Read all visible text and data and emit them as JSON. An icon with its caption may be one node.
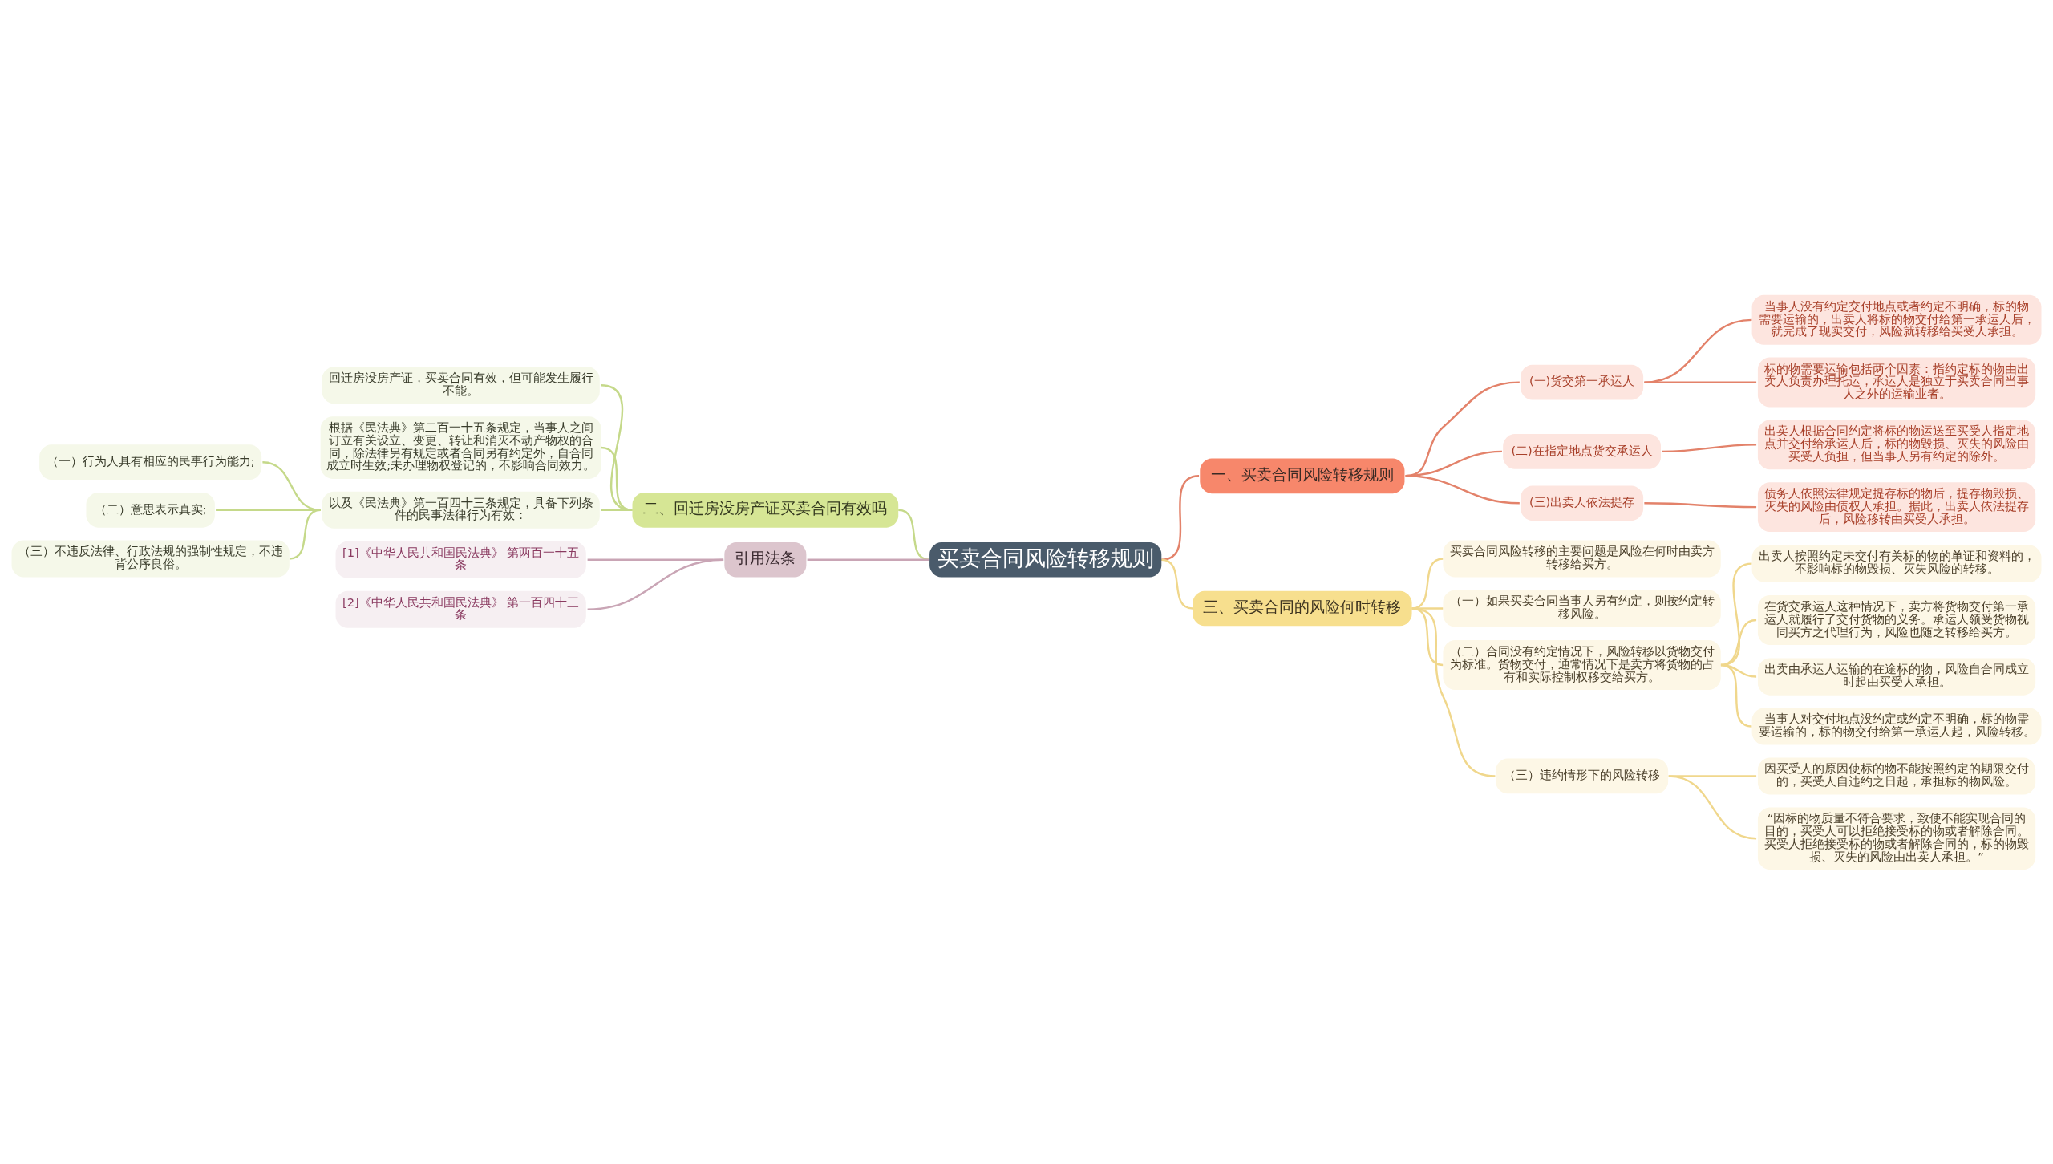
{
  "diagram": {
    "nodes": [
      {
        "text": [
          "买卖合同风险转移规则"
        ]
      },
      {
        "text": [
          "一、买卖合同风险转移规则"
        ]
      },
      {
        "text": [
          "(一)货交第一承运人"
        ]
      },
      {
        "text": [
          "当事人没有约定交付地点或者约定不明确，标的物需要运输的，出卖人将标的物交付给第一承运人后，就完成了现实交付，风险就转移给买受人承担。"
        ]
      },
      {
        "text": [
          "标的物需要运输包括两个因素：指约定标的物由出卖人负责办理托运，承运人是独立于买卖合同当事人之外的运输业者。"
        ]
      },
      {
        "text": [
          "(二)在指定地点货交承运人"
        ]
      },
      {
        "text": [
          "出卖人根据合同约定将标的物运送至买受人指定地点并交付给承运人后，标的物毁损、灭失的风险由买受人负担，但当事人另有约定的除外。"
        ]
      },
      {
        "text": [
          "(三)出卖人依法提存"
        ]
      },
      {
        "text": [
          "债务人依照法律规定提存标的物后，提存物毁损、灭失的风险由债权人承担。据此，出卖人依法提存后，风险移转由买受人承担。"
        ]
      },
      {
        "text": [
          "三、买卖合同的风险何时转移"
        ]
      },
      {
        "text": [
          "买卖合同风险转移的主要问题是风险在何时由卖方转移给买方。"
        ]
      },
      {
        "text": [
          "（一）如果买卖合同当事人另有约定，则按约定转移风险。"
        ]
      },
      {
        "text": [
          "（二）合同没有约定情况下，风险转移以货物交付为标准。货物交付，通常情况下是卖方将货物的占有和实际控制权移交给买方。"
        ]
      },
      {
        "text": [
          "出卖人按照约定未交付有关标的物的单证和资料的，不影响标的物毁损、灭失风险的转移。"
        ]
      },
      {
        "text": [
          "在货交承运人这种情况下，卖方将货物交付第一承运人就履行了交付货物的义务。承运人领受货物视同买方之代理行为，风险也随之转移给买方。"
        ]
      },
      {
        "text": [
          "出卖由承运人运输的在途标的物，风险自合同成立时起由买受人承担。"
        ]
      },
      {
        "text": [
          "当事人对交付地点没约定或约定不明确，标的物需要运输的，标的物交付给第一承运人起，风险转移。"
        ]
      },
      {
        "text": [
          "（三）违约情形下的风险转移"
        ]
      },
      {
        "text": [
          "因买受人的原因使标的物不能按照约定的期限交付的，买受人自违约之日起，承担标的物风险。"
        ]
      },
      {
        "text": [
          "“因标的物质量不符合要求，致使不能实现合同的目的，买受人可以拒绝接受标的物或者解除合同。买受人拒绝接受标的物或者解除合同的，标的物毁损、灭失的风险由出卖人承担。”"
        ]
      },
      {
        "text": [
          "二、回迁房没房产证买卖合同有效吗"
        ]
      },
      {
        "text": [
          "回迁房没房产证，买卖合同有效，但可能发生履行不能。"
        ]
      },
      {
        "text": [
          "根据《民法典》第二百一十五条规定，当事人之间订立有关设立、变更、转让和消灭不动产物权的合同，除法律另有规定或者合同另有约定外，自合同成立时生效;未办理物权登记的，不影响合同效力。"
        ]
      },
      {
        "text": [
          "以及《民法典》第一百四十三条规定，具备下列条件的民事法律行为有效："
        ]
      },
      {
        "text": [
          "（一）行为人具有相应的民事行为能力;"
        ]
      },
      {
        "text": [
          "（二）意思表示真实;"
        ]
      },
      {
        "text": [
          "（三）不违反法律、行政法规的强制性规定，不违背公序良俗。"
        ]
      },
      {
        "text": [
          "引用法条"
        ]
      },
      {
        "text": [
          "[1]《中华人民共和国民法典》 第两百一十五条"
        ]
      },
      {
        "text": [
          "[2]《中华人民共和国民法典》 第一百四十三条"
        ]
      }
    ],
    "edges": [
      {
        "from": 0,
        "to": 1,
        "arrow": "none",
        "color": "#e3826a"
      },
      {
        "from": 1,
        "to": 2,
        "arrow": "none",
        "color": "#e3826a"
      },
      {
        "from": 2,
        "to": 3,
        "arrow": "none",
        "color": "#e3826a"
      },
      {
        "from": 2,
        "to": 4,
        "arrow": "none",
        "color": "#e3826a"
      },
      {
        "from": 1,
        "to": 5,
        "arrow": "none",
        "color": "#e3826a"
      },
      {
        "from": 5,
        "to": 6,
        "arrow": "none",
        "color": "#e3826a"
      },
      {
        "from": 1,
        "to": 7,
        "arrow": "none",
        "color": "#e3826a"
      },
      {
        "from": 7,
        "to": 8,
        "arrow": "none",
        "color": "#e3826a"
      },
      {
        "from": 0,
        "to": 9,
        "arrow": "none"
      },
      {
        "from": 9,
        "to": 10,
        "arrow": "none"
      },
      {
        "from": 9,
        "to": 11,
        "arrow": "none"
      },
      {
        "from": 9,
        "to": 12,
        "arrow": "none"
      },
      {
        "from": 12,
        "to": 13,
        "arrow": "none"
      },
      {
        "from": 12,
        "to": 14,
        "arrow": "none"
      },
      {
        "from": 12,
        "to": 15,
        "arrow": "none"
      },
      {
        "from": 12,
        "to": 16,
        "arrow": "none"
      },
      {
        "from": 9,
        "to": 17,
        "arrow": "none"
      },
      {
        "from": 17,
        "to": 18,
        "arrow": "none"
      },
      {
        "from": 17,
        "to": 19,
        "arrow": "none"
      },
      {
        "from": 0,
        "to": 20,
        "arrow": "none",
        "color": "#c5d98a"
      },
      {
        "from": 20,
        "to": 21,
        "arrow": "none",
        "color": "#c5d98a"
      },
      {
        "from": 20,
        "to": 22,
        "arrow": "none",
        "color": "#c5d98a"
      },
      {
        "from": 20,
        "to": 23,
        "arrow": "none",
        "color": "#c5d98a"
      },
      {
        "from": 23,
        "to": 24,
        "arrow": "none",
        "color": "#c5d98a"
      },
      {
        "from": 23,
        "to": 25,
        "arrow": "none",
        "color": "#c5d98a"
      },
      {
        "from": 23,
        "to": 26,
        "arrow": "none",
        "color": "#c5d98a"
      },
      {
        "from": 0,
        "to": 27,
        "arrow": "none",
        "color": "#c9a5b5"
      },
      {
        "from": 27,
        "to": 28,
        "arrow": "none",
        "color": "#c9a5b5"
      },
      {
        "from": 27,
        "to": 29,
        "arrow": "none",
        "color": "#c9a5b5"
      }
    ]
  }
}
